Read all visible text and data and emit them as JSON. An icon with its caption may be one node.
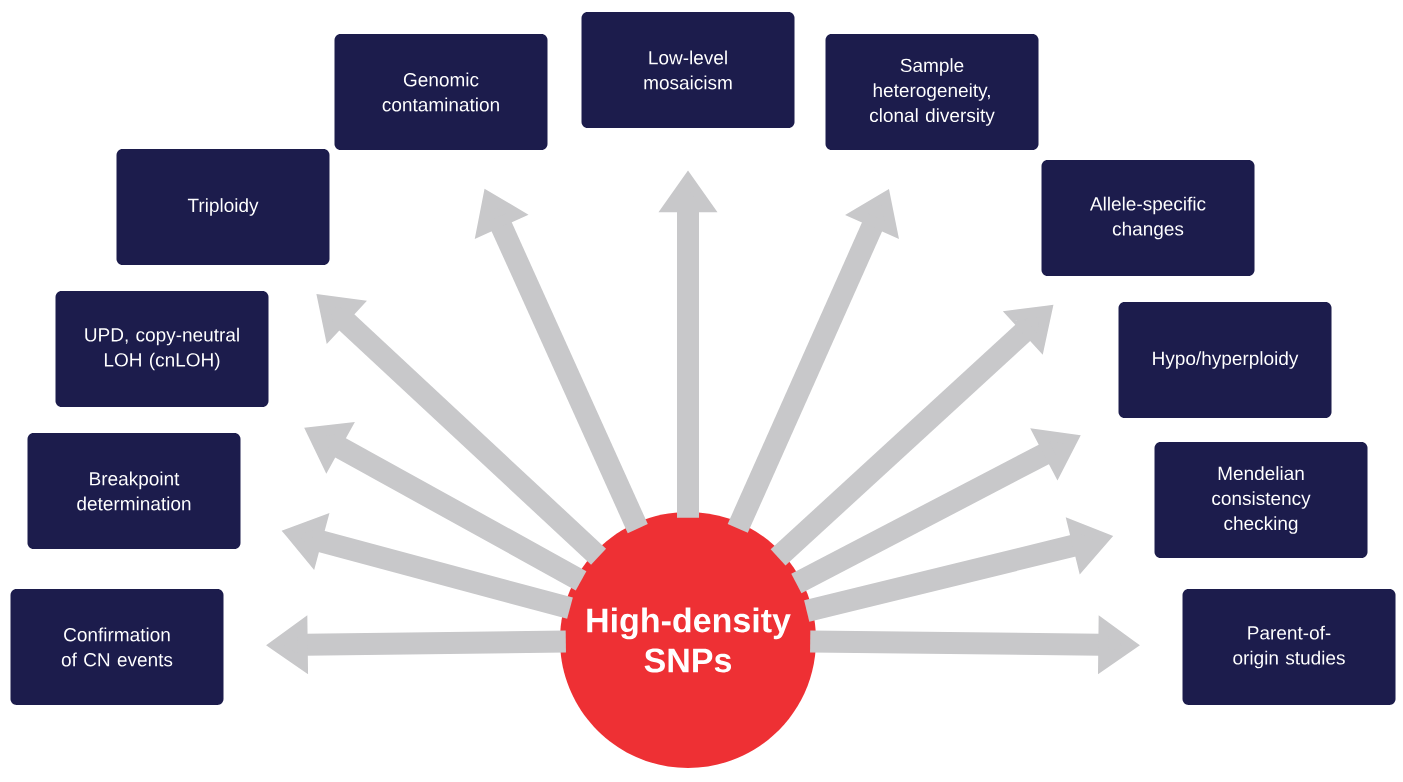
{
  "diagram": {
    "nodes": [
      {
        "text": [
          "High-density SNPs"
        ]
      },
      {
        "text": [
          "Confirmation of CN events"
        ]
      },
      {
        "text": [
          "Breakpoint determination"
        ]
      },
      {
        "text": [
          "UPD, copy-neutral LOH (cnLOH)"
        ]
      },
      {
        "text": [
          "Triploidy"
        ]
      },
      {
        "text": [
          "Genomic contamination"
        ]
      },
      {
        "text": [
          "Low-level mosaicism"
        ]
      },
      {
        "text": [
          "Sample heterogeneity, clonal diversity"
        ]
      },
      {
        "text": [
          "Allele-specific changes"
        ]
      },
      {
        "text": [
          "Hypo/hyperploidy"
        ]
      },
      {
        "text": [
          "Mendelian consistency checking"
        ]
      },
      {
        "text": [
          "Parent-of-origin studies"
        ]
      }
    ],
    "edges": [
      {
        "from": 0,
        "to": 1,
        "arrow": "to"
      },
      {
        "from": 0,
        "to": 2,
        "arrow": "to"
      },
      {
        "from": 0,
        "to": 3,
        "arrow": "to"
      },
      {
        "from": 0,
        "to": 4,
        "arrow": "to"
      },
      {
        "from": 0,
        "to": 5,
        "arrow": "to"
      },
      {
        "from": 0,
        "to": 6,
        "arrow": "to"
      },
      {
        "from": 0,
        "to": 7,
        "arrow": "to"
      },
      {
        "from": 0,
        "to": 8,
        "arrow": "to"
      },
      {
        "from": 0,
        "to": 9,
        "arrow": "to"
      },
      {
        "from": 0,
        "to": 10,
        "arrow": "to"
      },
      {
        "from": 0,
        "to": 11,
        "arrow": "to"
      }
    ]
  }
}
